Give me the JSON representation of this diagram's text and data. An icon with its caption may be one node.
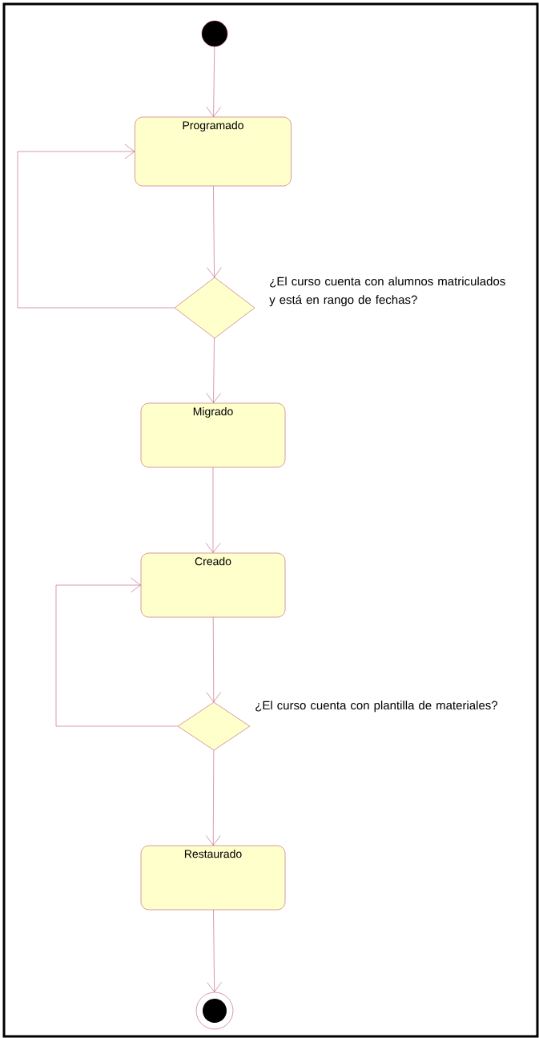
{
  "diagram": {
    "nodes": [
      {
        "text": [],
        "shape": "circle"
      },
      {
        "text": [
          "Programado"
        ]
      },
      {
        "text": [],
        "shape": "diamond",
        "beside": [
          "¿El curso cuenta con alumnos matriculados y está en rango de fechas?"
        ]
      },
      {
        "text": [
          "Migrado"
        ]
      },
      {
        "text": [
          "Creado"
        ]
      },
      {
        "text": [],
        "shape": "diamond",
        "beside": [
          "¿El curso cuenta con plantilla de materiales?"
        ]
      },
      {
        "text": [
          "Restaurado"
        ]
      },
      {
        "text": [],
        "shape": "bullseye"
      }
    ],
    "edges": [
      {
        "from": 0,
        "to": 1,
        "arrow": "to"
      },
      {
        "from": 1,
        "to": 2,
        "arrow": "to"
      },
      {
        "from": 2,
        "to": 1,
        "arrow": "to"
      },
      {
        "from": 2,
        "to": 3,
        "arrow": "to"
      },
      {
        "from": 3,
        "to": 4,
        "arrow": "to"
      },
      {
        "from": 4,
        "to": 5,
        "arrow": "to"
      },
      {
        "from": 5,
        "to": 4,
        "arrow": "to"
      },
      {
        "from": 5,
        "to": 6,
        "arrow": "to"
      },
      {
        "from": 6,
        "to": 7,
        "arrow": "to"
      }
    ]
  }
}
